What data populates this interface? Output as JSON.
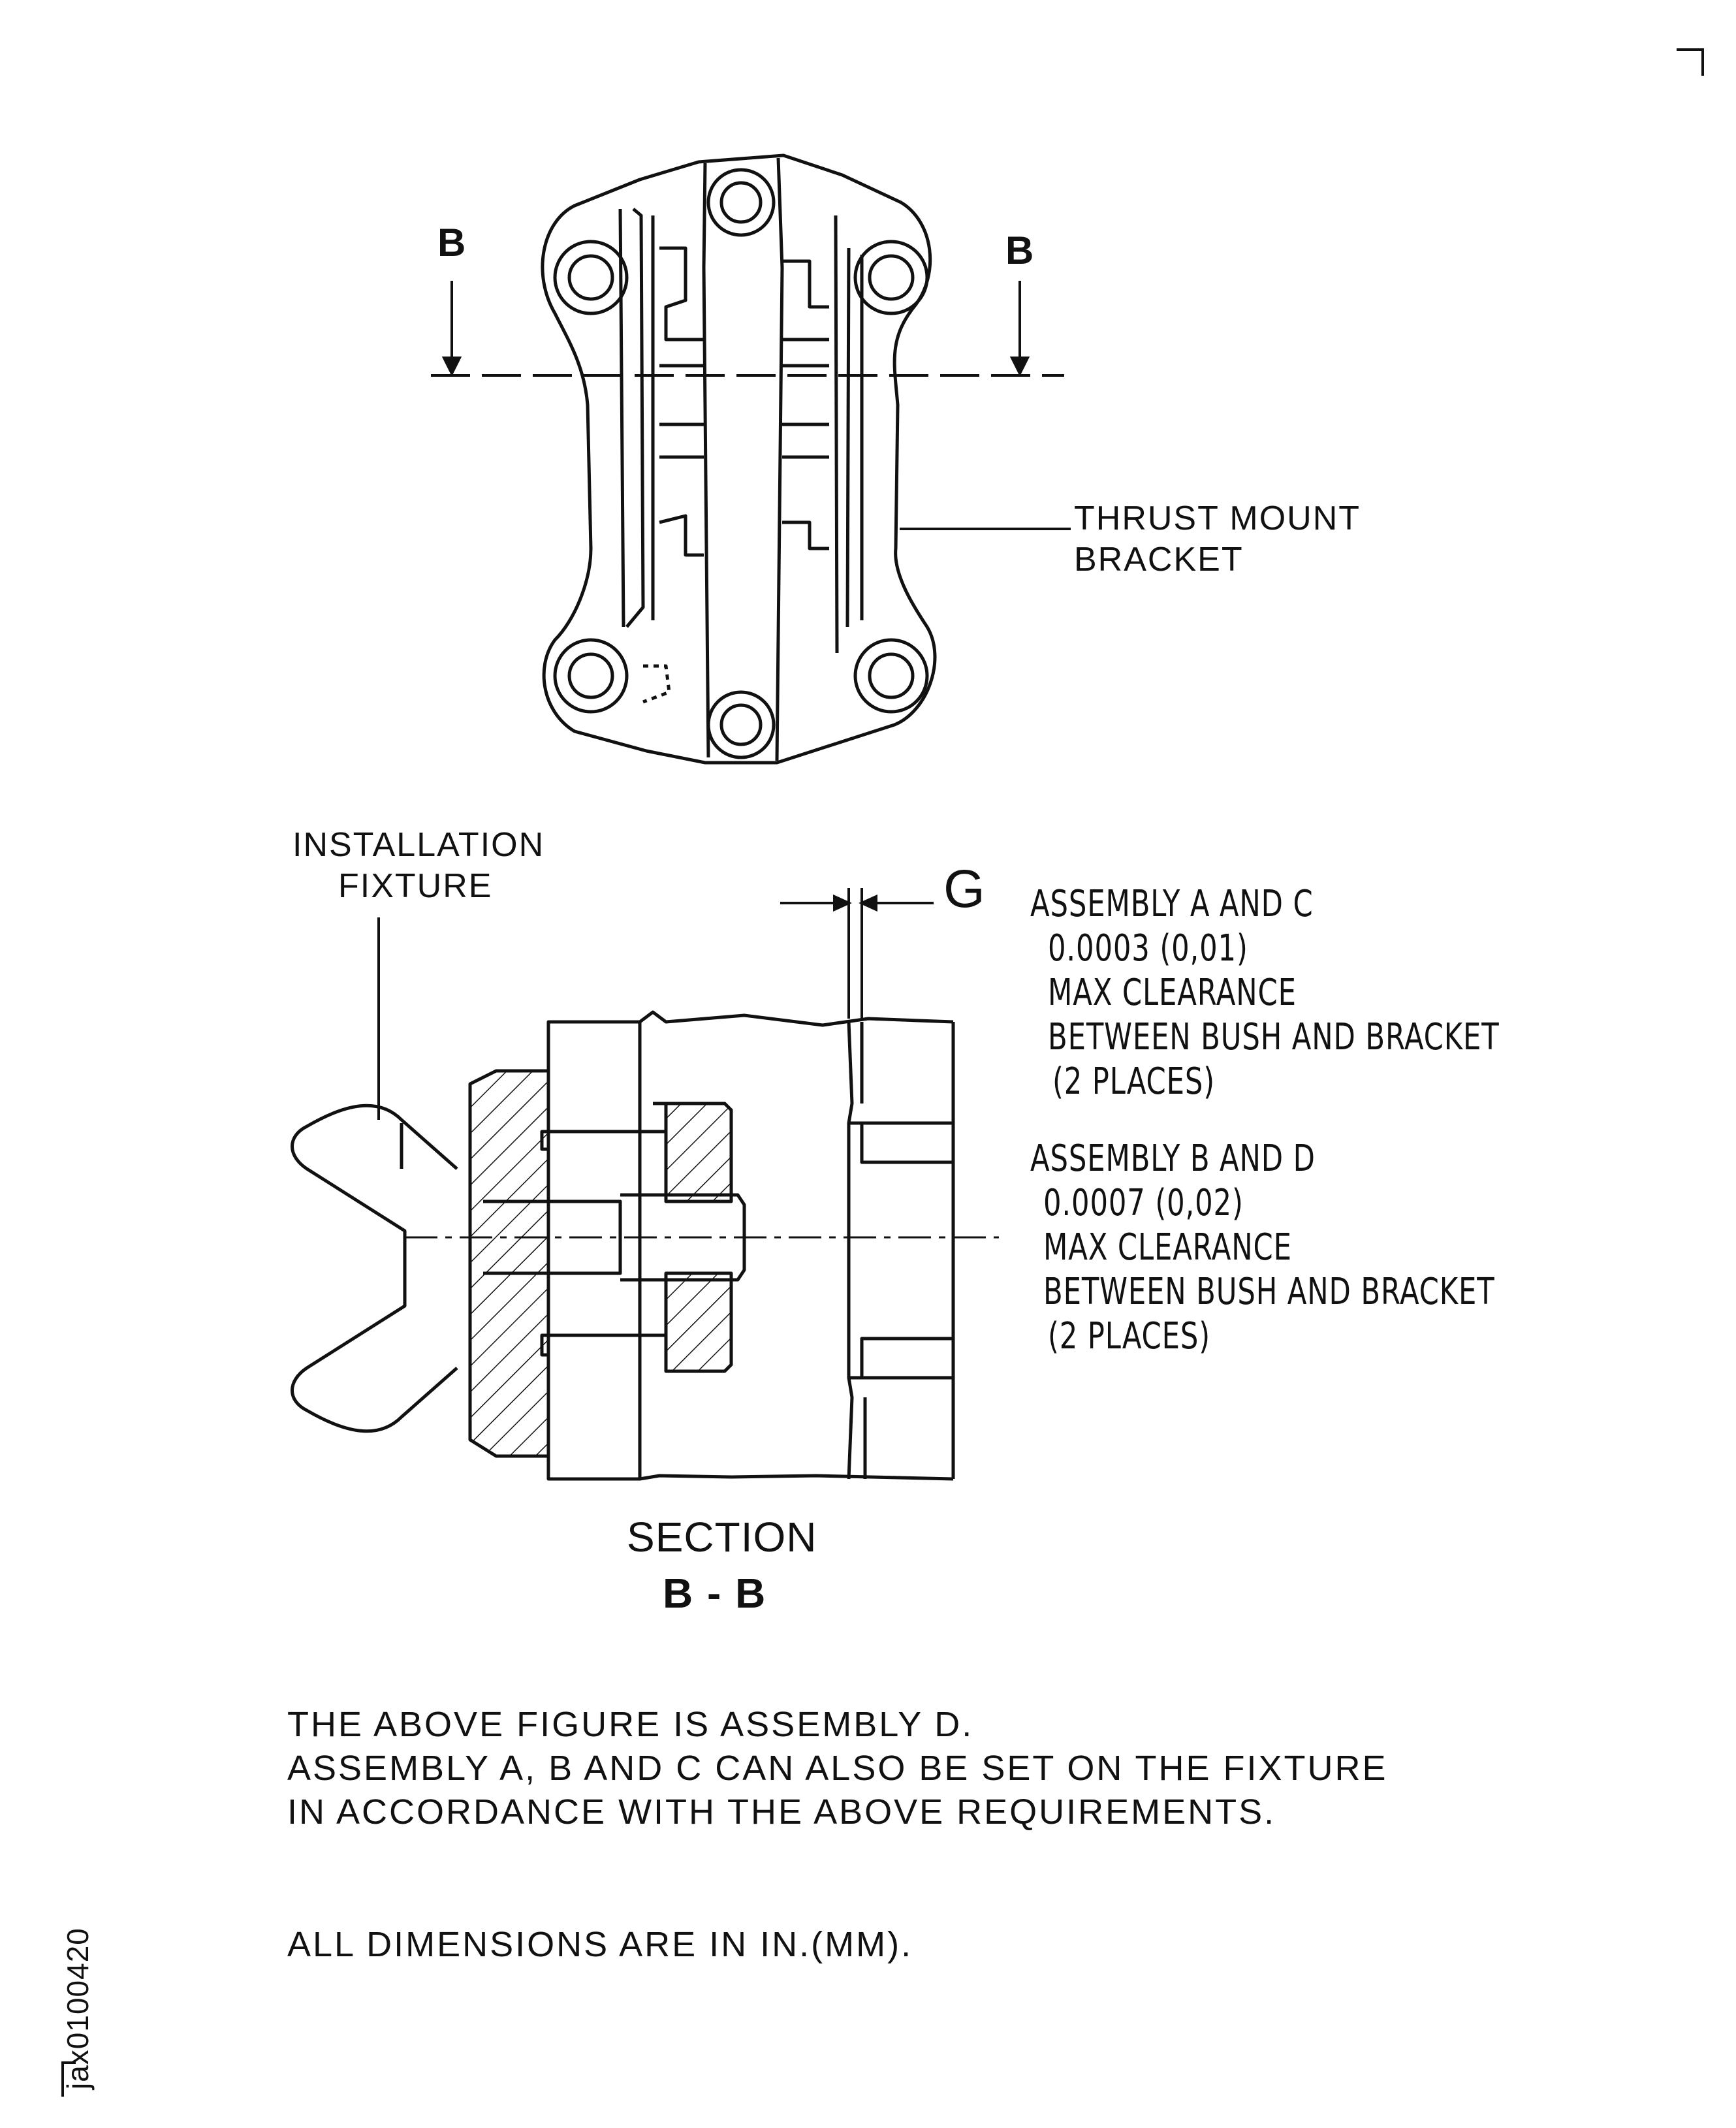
{
  "figure": {
    "top_view": {
      "section_mark_left": "B",
      "section_mark_right": "B",
      "thrust_mount_label_line1": "THRUST MOUNT",
      "thrust_mount_label_line2": "BRACKET"
    },
    "section_view": {
      "fixture_label_line1": "INSTALLATION",
      "fixture_label_line2": "FIXTURE",
      "gap_label": "G",
      "assembly_ac": {
        "title": "ASSEMBLY A AND C",
        "value": "0.0003 (0,01)",
        "line1": "MAX CLEARANCE",
        "line2": "BETWEEN BUSH AND BRACKET",
        "places": "(2 PLACES)"
      },
      "assembly_bd": {
        "title": "ASSEMBLY B AND D",
        "value": "0.0007 (0,02)",
        "line1": "MAX CLEARANCE",
        "line2": "BETWEEN BUSH AND BRACKET",
        "places": "(2 PLACES)"
      },
      "section_title": "SECTION",
      "section_id": "B - B"
    }
  },
  "notes": {
    "line1": "THE ABOVE FIGURE IS ASSEMBLY D.",
    "line2": "ASSEMBLY A, B AND C CAN ALSO BE SET ON THE FIXTURE",
    "line3": "IN ACCORDANCE WITH THE ABOVE REQUIREMENTS.",
    "units": "ALL DIMENSIONS ARE IN IN.(MM)."
  },
  "figure_id": "jax0100420"
}
